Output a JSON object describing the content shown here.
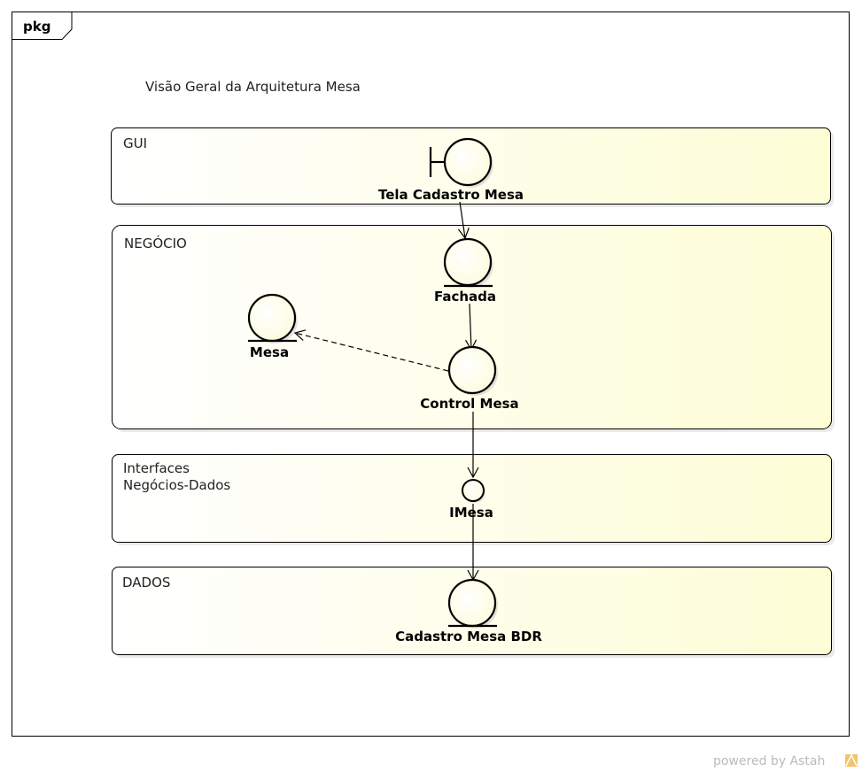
{
  "diagram": {
    "frame_label": "pkg",
    "title": "Visão Geral da Arquitetura Mesa",
    "packages": {
      "gui": "GUI",
      "negocio": "NEGÓCIO",
      "interfaces_line1": "Interfaces",
      "interfaces_line2": "Negócios-Dados",
      "dados": "DADOS"
    },
    "elements": {
      "tela": "Tela Cadastro Mesa",
      "fachada": "Fachada",
      "mesa": "Mesa",
      "control": "Control Mesa",
      "imesa": "IMesa",
      "bdr": "Cadastro Mesa BDR"
    },
    "element_kinds": {
      "tela": "boundary-icon",
      "fachada": "entity-icon",
      "mesa": "entity-icon",
      "control": "entity-icon",
      "imesa": "interface-icon",
      "bdr": "entity-icon"
    },
    "relations": [
      {
        "from": "Tela Cadastro Mesa",
        "to": "Fachada",
        "style": "solid"
      },
      {
        "from": "Fachada",
        "to": "Control Mesa",
        "style": "solid"
      },
      {
        "from": "Control Mesa",
        "to": "Mesa",
        "style": "dashed"
      },
      {
        "from": "Control Mesa",
        "to": "IMesa",
        "style": "solid"
      },
      {
        "from": "IMesa",
        "to": "Cadastro Mesa BDR",
        "style": "solid"
      }
    ]
  },
  "footer": {
    "powered_by": "powered by Astah"
  },
  "colors": {
    "package_fill_start": "#ffffff",
    "package_fill_end": "#fefedc",
    "element_fill": "#fefef2",
    "stroke": "#000000"
  }
}
